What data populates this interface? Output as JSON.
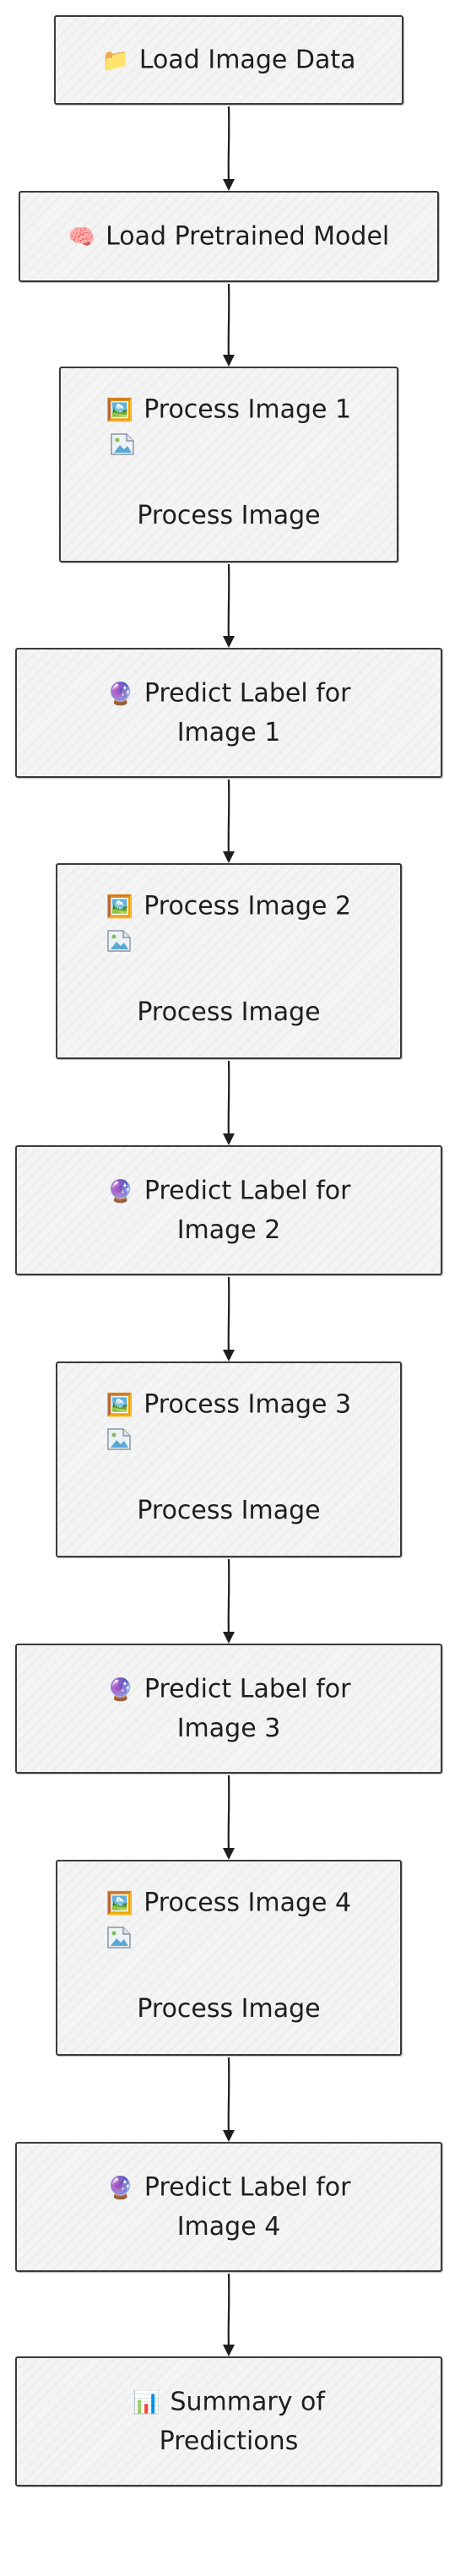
{
  "nodes": [
    {
      "id": "load-image-data",
      "icon": "📁",
      "icon_name": "folder-icon",
      "title": "Load Image Data"
    },
    {
      "id": "load-pretrained-model",
      "icon": "🧠",
      "icon_name": "brain-icon",
      "title": "Load Pretrained Model"
    },
    {
      "id": "process-image-1",
      "icon": "🖼️",
      "icon_name": "framed-picture-icon",
      "title": "Process Image 1",
      "subtitle": "Process Image"
    },
    {
      "id": "predict-label-1",
      "icon": "🔮",
      "icon_name": "crystal-ball-icon",
      "title_lines": [
        "Predict Label for",
        "Image 1"
      ]
    },
    {
      "id": "process-image-2",
      "icon": "🖼️",
      "icon_name": "framed-picture-icon",
      "title": "Process Image 2",
      "subtitle": "Process Image"
    },
    {
      "id": "predict-label-2",
      "icon": "🔮",
      "icon_name": "crystal-ball-icon",
      "title_lines": [
        "Predict Label for",
        "Image 2"
      ]
    },
    {
      "id": "process-image-3",
      "icon": "🖼️",
      "icon_name": "framed-picture-icon",
      "title": "Process Image 3",
      "subtitle": "Process Image"
    },
    {
      "id": "predict-label-3",
      "icon": "🔮",
      "icon_name": "crystal-ball-icon",
      "title_lines": [
        "Predict Label for",
        "Image 3"
      ]
    },
    {
      "id": "process-image-4",
      "icon": "🖼️",
      "icon_name": "framed-picture-icon",
      "title": "Process Image 4",
      "subtitle": "Process Image"
    },
    {
      "id": "predict-label-4",
      "icon": "🔮",
      "icon_name": "crystal-ball-icon",
      "title_lines": [
        "Predict Label for",
        "Image 4"
      ]
    },
    {
      "id": "summary",
      "icon": "📊",
      "icon_name": "bar-chart-icon",
      "title_lines": [
        "Summary of",
        "Predictions"
      ]
    }
  ],
  "edges": [
    [
      "load-image-data",
      "load-pretrained-model"
    ],
    [
      "load-pretrained-model",
      "process-image-1"
    ],
    [
      "process-image-1",
      "predict-label-1"
    ],
    [
      "predict-label-1",
      "process-image-2"
    ],
    [
      "process-image-2",
      "predict-label-2"
    ],
    [
      "predict-label-2",
      "process-image-3"
    ],
    [
      "process-image-3",
      "predict-label-3"
    ],
    [
      "predict-label-3",
      "process-image-4"
    ],
    [
      "process-image-4",
      "predict-label-4"
    ],
    [
      "predict-label-4",
      "summary"
    ]
  ],
  "colors": {
    "stroke": "#3a3a3a",
    "fill": "#f4f4f4",
    "text": "#1e1e1e"
  }
}
